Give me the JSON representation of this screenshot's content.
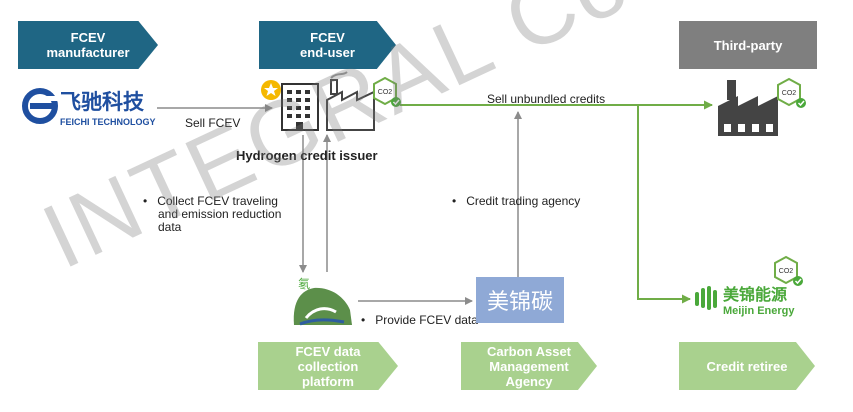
{
  "stages": {
    "manufacturer": "FCEV\nmanufacturer",
    "end_user": "FCEV\nend-user",
    "third_party": "Third-party",
    "data_platform": "FCEV data\ncollection\nplatform",
    "carbon_agency": "Carbon Asset\nManagement\nAgency",
    "retiree": "Credit retiree"
  },
  "logos": {
    "feichi_cn": "飞驰科技",
    "feichi_en": "FEICHI TECHNOLOGY",
    "meijin_carbon": "美锦碳",
    "meijin_energy_cn": "美锦能源",
    "meijin_energy_en": "Meijin Energy",
    "co2": "CO2"
  },
  "labels": {
    "sell_fcev": "Sell FCEV",
    "sell_unbundled": "Sell unbundled credits",
    "issuer": "Hydrogen credit issuer",
    "collect_line1": "Collect FCEV traveling",
    "collect_line2": "and emission reduction",
    "collect_line3": "data",
    "trading_agency": "Credit trading agency",
    "provide_data": "Provide FCEV data"
  },
  "watermark": "INTEGRAL Co., Ltd",
  "colors": {
    "dark_chevron": "#1f6684",
    "green_chevron": "#a9d18e",
    "grey_box": "#7f7f7f",
    "green_arrow": "#70ad47",
    "grey_arrow": "#8c8c8c",
    "meijin_blue": "#8fa9d6"
  }
}
